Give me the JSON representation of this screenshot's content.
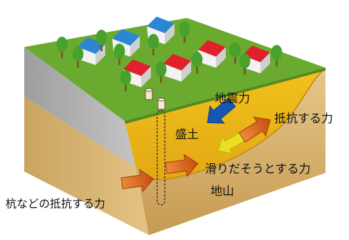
{
  "labels": {
    "seismic_force": "地震力",
    "fill_soil": "盛土",
    "resisting_force": "抵抗する力",
    "sliding_force": "滑りだそうとする力",
    "natural_ground": "地山",
    "pile_resistance": "杭などの抵抗する力"
  },
  "colors": {
    "grass": "#6aaa2e",
    "fill": "#e8b418",
    "ground": "#d8b878",
    "wall": "#a8a8a8",
    "roof_blue": "#2b86d4",
    "roof_red": "#e0202c",
    "arrow_orange": "#d25a16",
    "arrow_blue": "#1657b4",
    "arrow_yellow": "#e8e020",
    "tree": "#47a12c"
  },
  "icons": [
    "house-icon",
    "tree-icon",
    "pile-icon",
    "arrow-icon"
  ]
}
